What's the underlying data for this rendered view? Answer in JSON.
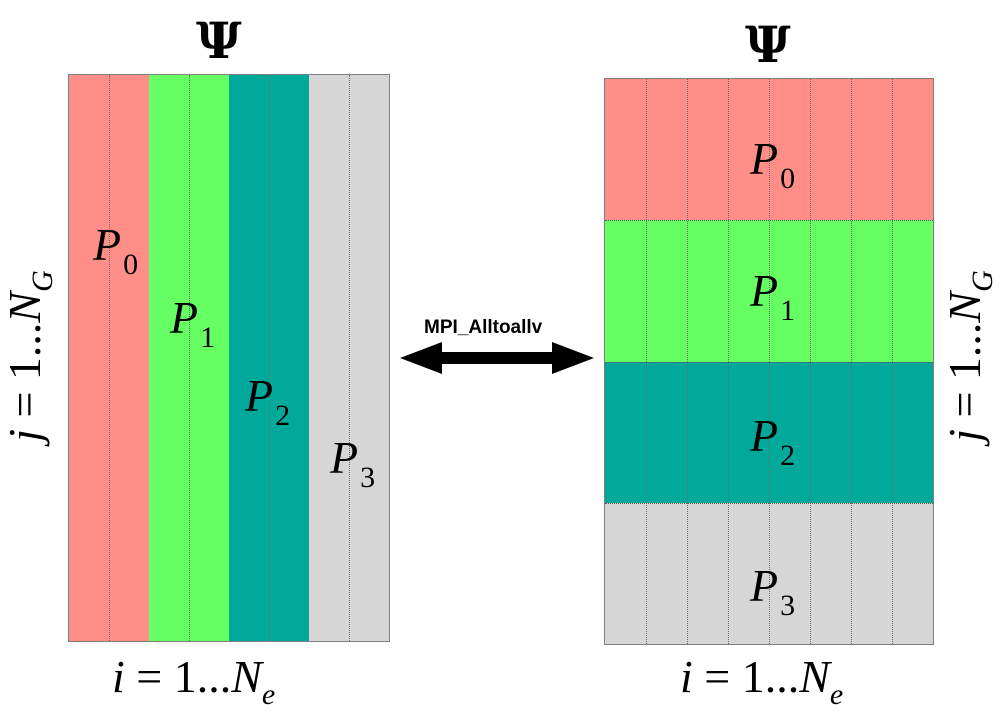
{
  "matrix_symbol": "Ψ",
  "left_matrix": {
    "columns": [
      {
        "label": "P",
        "subscript": "0",
        "color": "#ff8e88"
      },
      {
        "label": "P",
        "subscript": "1",
        "color": "#66ff63"
      },
      {
        "label": "P",
        "subscript": "2",
        "color": "#00a99a"
      },
      {
        "label": "P",
        "subscript": "3",
        "color": "#d6d6d6"
      }
    ]
  },
  "right_matrix": {
    "rows": [
      {
        "label": "P",
        "subscript": "0",
        "color": "#ff8e88"
      },
      {
        "label": "P",
        "subscript": "1",
        "color": "#66ff63"
      },
      {
        "label": "P",
        "subscript": "2",
        "color": "#00a99a"
      },
      {
        "label": "P",
        "subscript": "3",
        "color": "#d6d6d6"
      }
    ]
  },
  "axis_i": {
    "var": "i",
    "range": " = 1...",
    "symbol": "N",
    "subscript": "e"
  },
  "axis_j": {
    "var": "j",
    "range": " = 1...",
    "symbol": "N",
    "subscript": "G"
  },
  "operation": "MPI_Alltoallv"
}
